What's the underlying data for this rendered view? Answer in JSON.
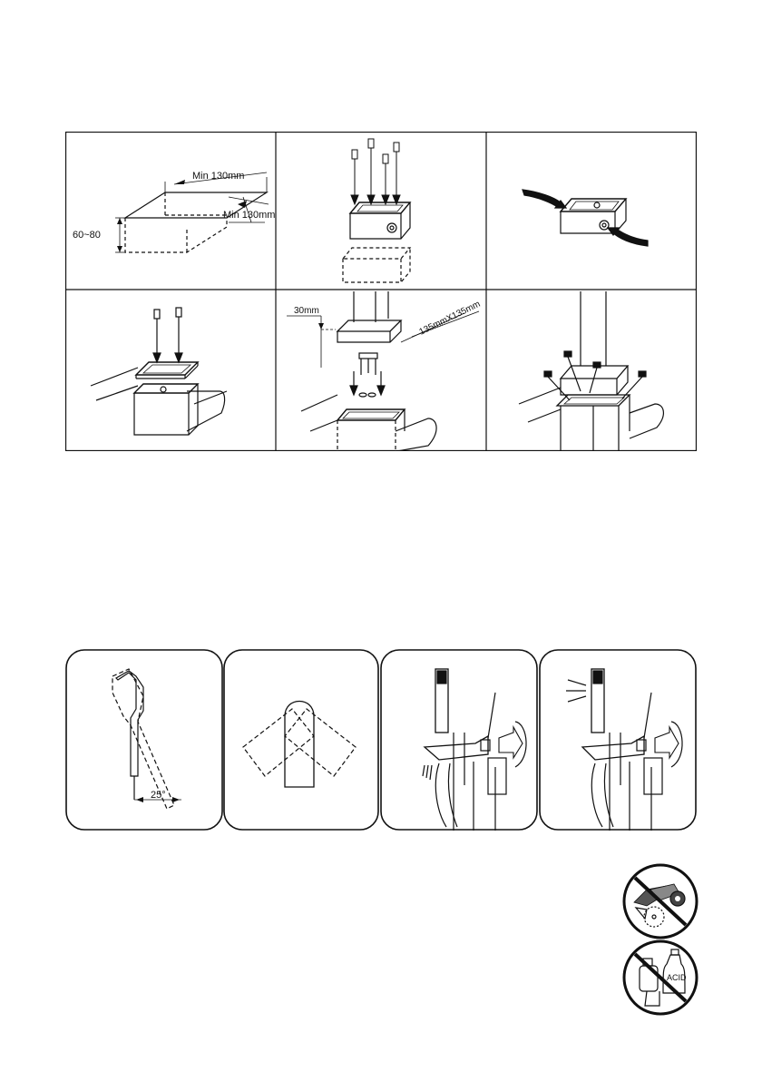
{
  "installation_panels": {
    "panel_1": {
      "width_label": "Min 130mm",
      "length_label": "Min 130mm",
      "depth_label": "60~80"
    },
    "panel_5": {
      "height_label": "30mm",
      "size_label": "135mmX135mm"
    }
  },
  "operation_panels": {
    "tilt_angle_label": "25°"
  },
  "warnings": {
    "chemical_icon_label": "ACID"
  }
}
